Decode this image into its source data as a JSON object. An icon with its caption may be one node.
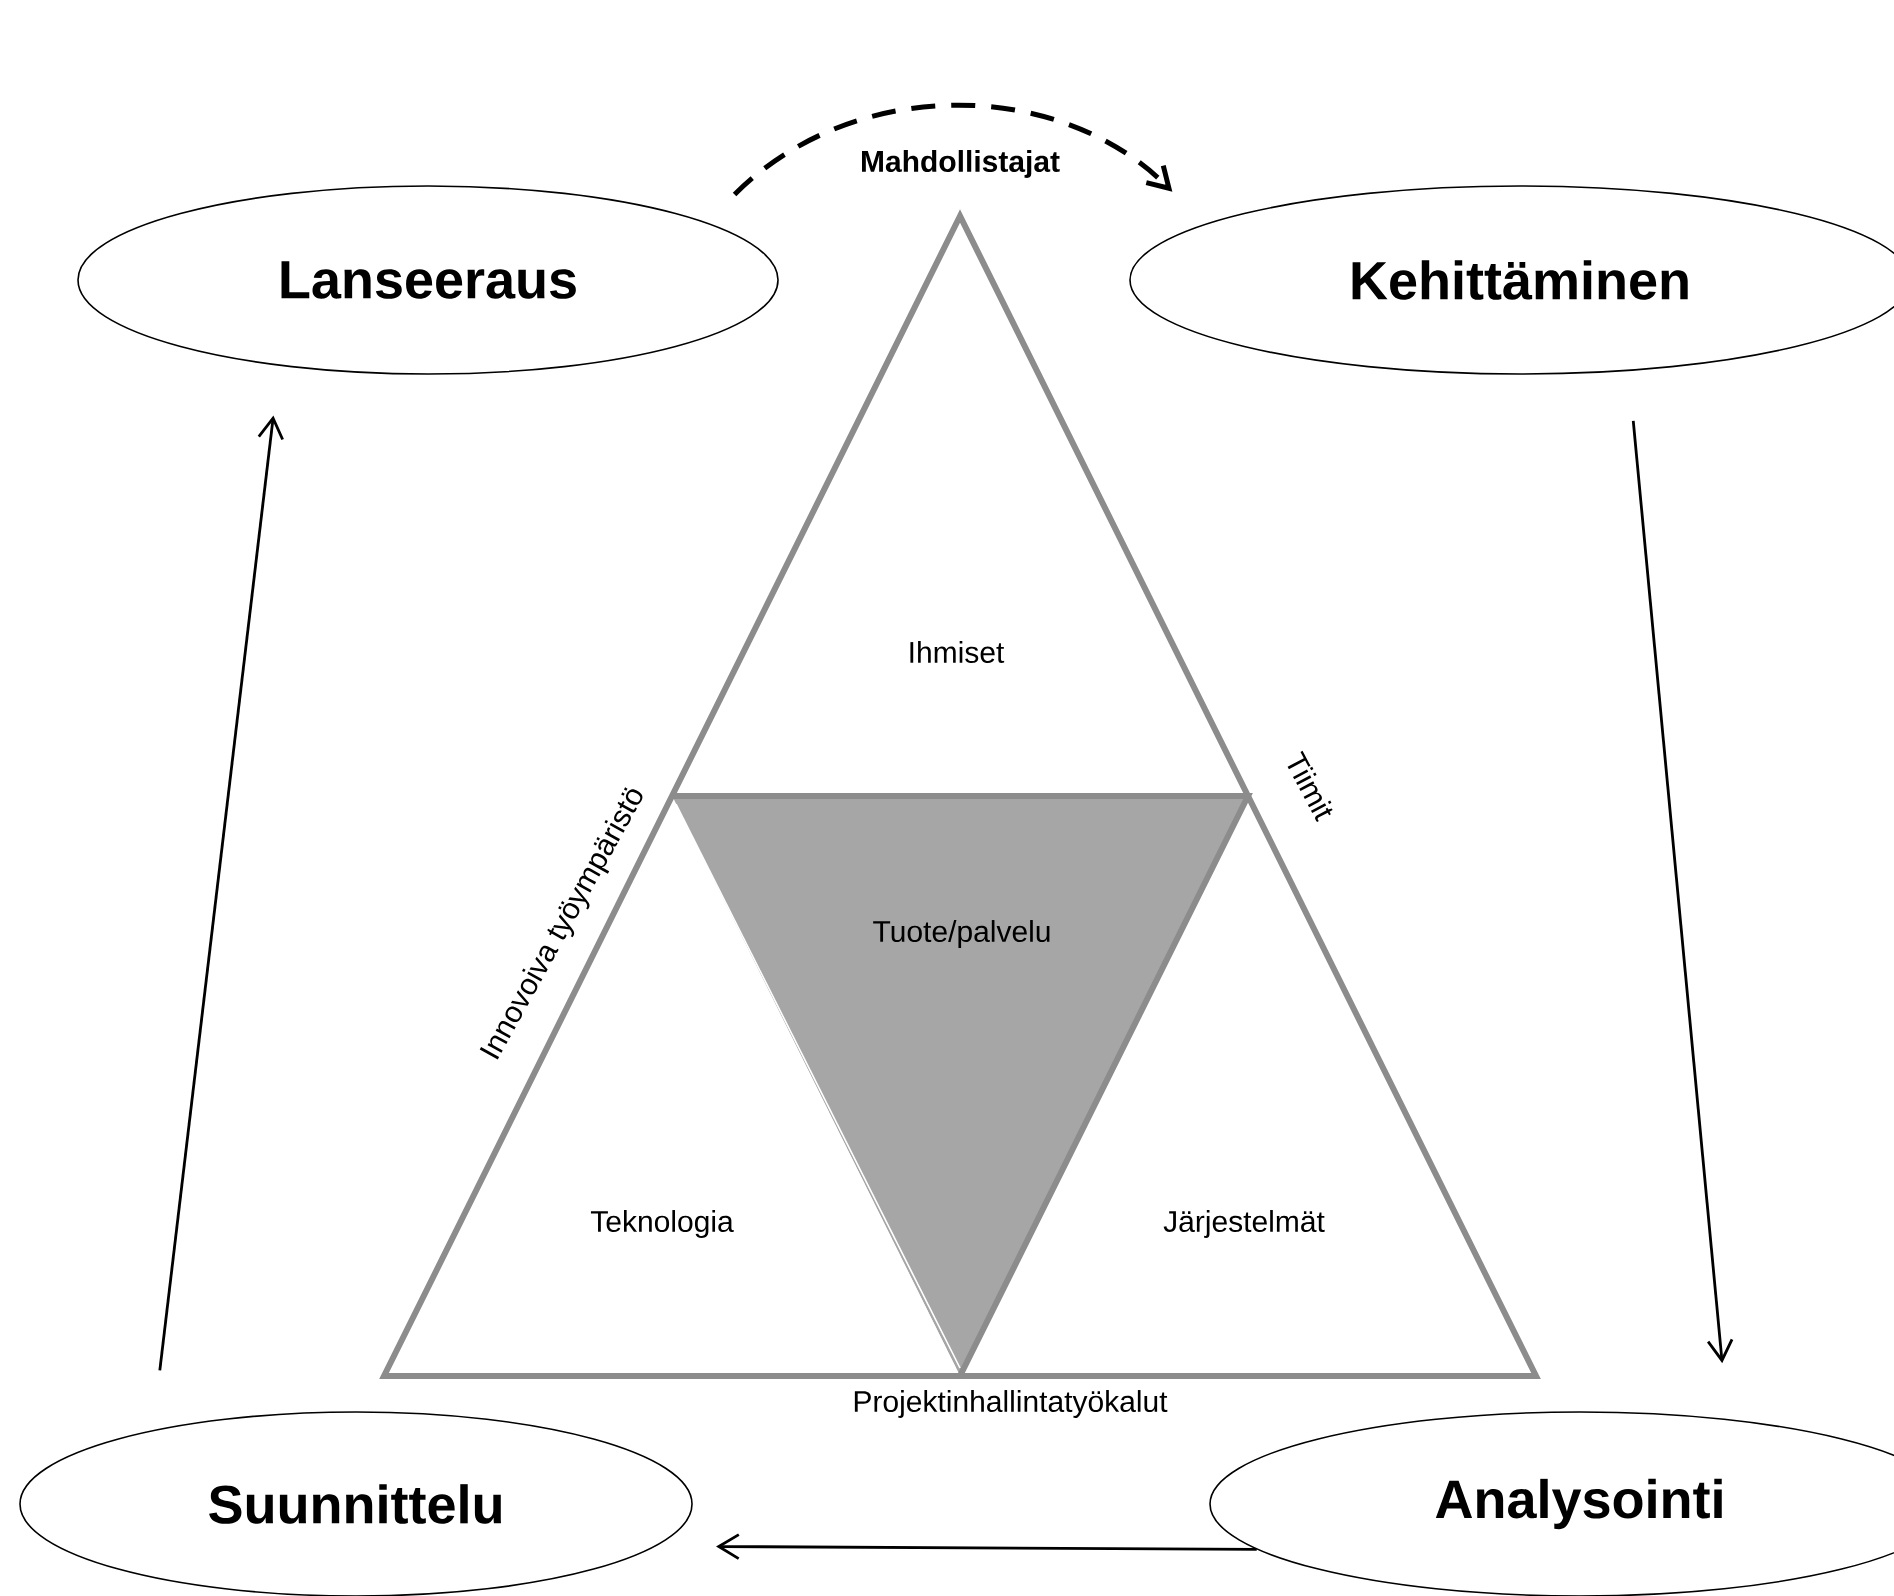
{
  "diagram": {
    "nodes": [
      {
        "text": [
          "Lanseeraus"
        ]
      },
      {
        "text": [
          "Kehittäminen"
        ]
      },
      {
        "text": [
          "Analysointi"
        ]
      },
      {
        "text": [
          "Suunnittelu"
        ]
      },
      {
        "text": [
          "Ihmiset"
        ]
      },
      {
        "text": [
          "Tuote/palvelu"
        ]
      },
      {
        "text": [
          "Teknologia"
        ]
      },
      {
        "text": [
          "Järjestelmät"
        ]
      }
    ],
    "edges": [
      {
        "from": 0,
        "to": 1,
        "arrow": "to",
        "style": "dashed"
      },
      {
        "from": 1,
        "to": 2,
        "arrow": "to"
      },
      {
        "from": 2,
        "to": 3,
        "arrow": "to"
      },
      {
        "from": 3,
        "to": 0,
        "arrow": "to"
      }
    ],
    "labels": [
      "Mahdollistajat",
      "Innovoiva työympäristö",
      "Tiimit",
      "Projektinhallintatyökalut"
    ]
  }
}
